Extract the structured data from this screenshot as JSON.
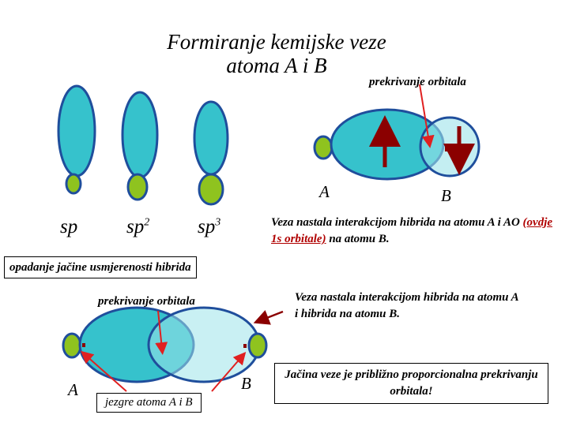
{
  "title": {
    "line1": "Formiranje kemijske veze",
    "line2": "atoma A i B"
  },
  "hybrids": [
    {
      "label": "sp",
      "sup": ""
    },
    {
      "label": "sp",
      "sup": "2"
    },
    {
      "label": "sp",
      "sup": "3"
    }
  ],
  "top_right": {
    "overlap_label": "prekrivanje orbitala",
    "atom_a": "A",
    "atom_b": "B",
    "desc_part1": "Veza nastala interakcijom hibrida na atomu A i AO ",
    "desc_highlight": "(ovdje 1s orbitale)",
    "desc_part2": " na atomu B."
  },
  "trend_box": "opadanje jačine usmjerenosti hibrida",
  "bottom": {
    "overlap_label": "prekrivanje orbitala",
    "desc": "Veza nastala interakcijom hibrida na atomu A i hibrida na atomu B.",
    "atom_a": "A",
    "atom_b": "B",
    "nuclei_box": "jezgre atoma A i B",
    "strength_box": "Jačina veze je približno proporcionalna prekrivanju orbitala!"
  },
  "colors": {
    "orbital_fill": "#36c2cc",
    "orbital_fill_light": "#9de3ea",
    "small_lobe": "#8fc31f",
    "outline": "#1f4e9c",
    "arrow_red": "#e02020",
    "arrow_dark": "#8b0000",
    "highlight_red": "#b00000"
  }
}
